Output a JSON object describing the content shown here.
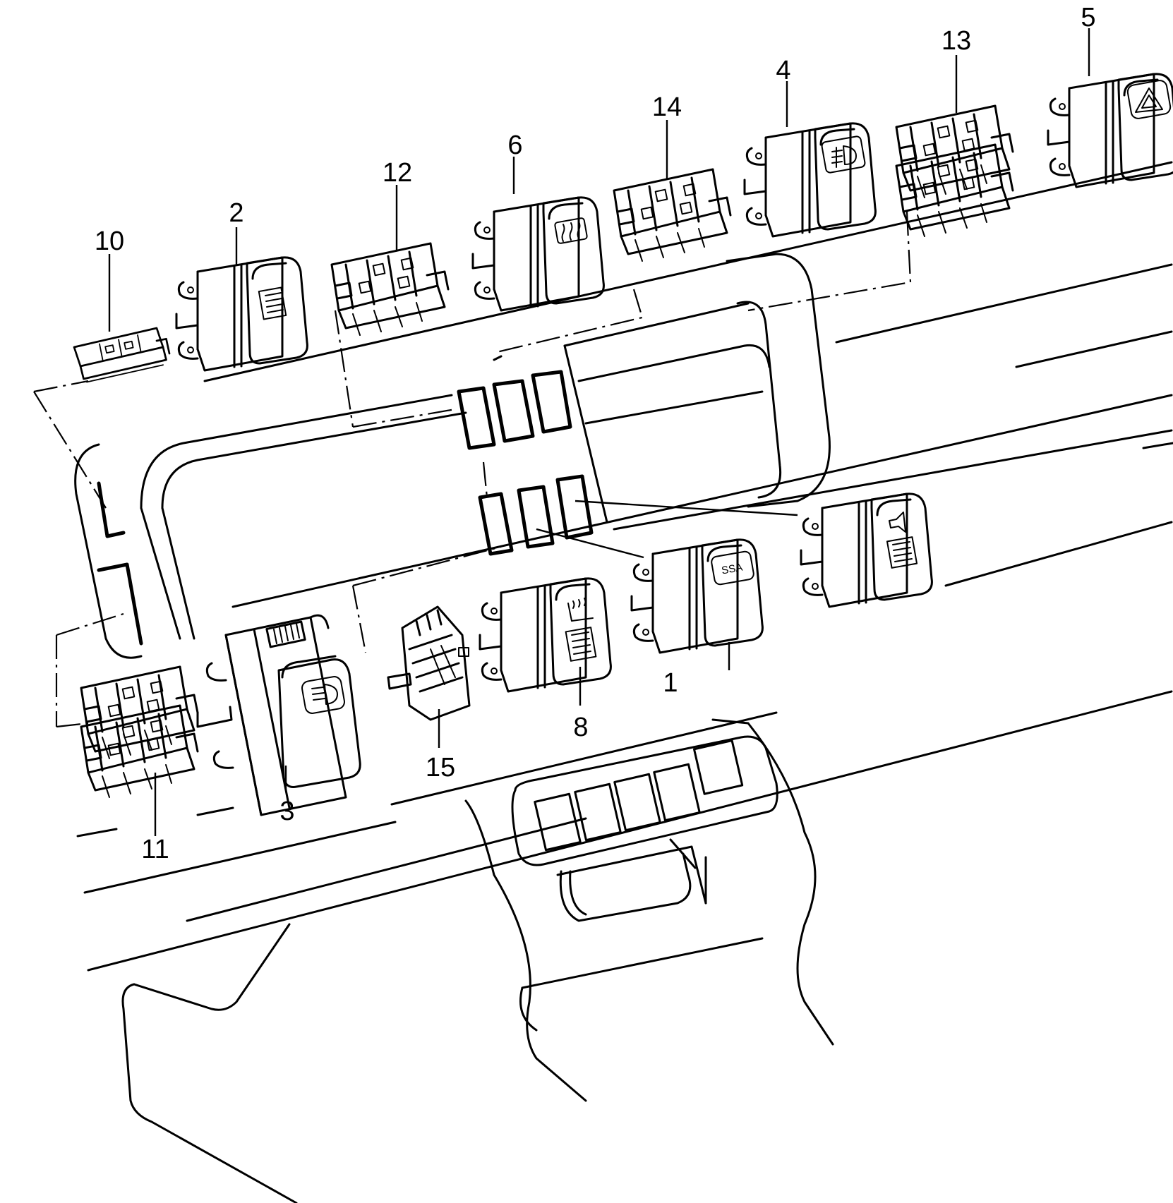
{
  "diagram": {
    "callouts": [
      "1",
      "2",
      "3",
      "4",
      "5",
      "6",
      "8",
      "10",
      "11",
      "12",
      "13",
      "14",
      "15"
    ],
    "switch_symbols": {
      "ssa_label": "SSA"
    },
    "icons": {
      "switch_1": "ssa-text-icon",
      "switch_2": "rear-window-heat-icon",
      "switch_3": "headlight-icon",
      "switch_4": "fog-light-icon",
      "switch_5": "hazard-triangle-icon",
      "switch_6": "rear-defrost-icon",
      "switch_8": "seat-heater-icon",
      "switch_unlabeled": "seat-speaker-icon"
    }
  }
}
